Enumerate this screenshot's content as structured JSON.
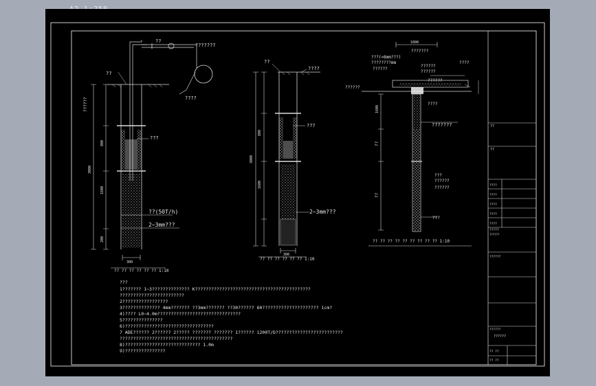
{
  "scale_label": "A2 1:250",
  "drawing1": {
    "label_pump": "??",
    "label_pipe": "???????",
    "label_tank": "????",
    "label_top": "??",
    "label_depth_a": "??????",
    "label_mid": "???",
    "label_flow": "??(50T/h)",
    "label_gravel": "2~3mm???",
    "label_total": "3000",
    "label_seg1": "800",
    "label_seg2": "1600",
    "label_seg3": "200",
    "label_dim_bottom": "300",
    "label_title": "?? ?? ?? ?? ?? ?? 1:10"
  },
  "drawing2": {
    "label_top": "??",
    "label_right": "????",
    "label_mid": "???",
    "label_gravel": "2~3mm???",
    "label_total": "3000",
    "label_seg1": "800",
    "label_seg2": "1600",
    "label_dim_bottom": "300",
    "label_title": "?? ?? ?? ?? ?? ?? 1:10"
  },
  "drawing3": {
    "label_top_dim": "1000",
    "label_a": "???(=8mm???)",
    "label_b": "????????mm",
    "label_c": "??????",
    "label_d": "???????",
    "label_e": "??????",
    "label_f": "??????",
    "label_g": "????",
    "label_h": "??????",
    "label_i": "??????",
    "label_j": "???????",
    "label_k": "????",
    "label_l": "???",
    "label_m": "??????",
    "label_n": "??????",
    "label_p": "???",
    "label_seg1": "1600",
    "label_seg2": "??",
    "label_seg3": "??",
    "label_title": "?? ?? ?? ?? ?? ?? ?? ?? ?? 1:10"
  },
  "notes": [
    "???",
    "1??????? 1~3??????????????   K???????????????????????????????????????????",
    "????????????????????????",
    "2?????????????????",
    "3??????????????  4mm??????? ??3mm??????? ??30??????  60?????????????????????     1cm?",
    "4)???? L0~4.0m???????????????????????????????",
    "5???????????????",
    "6)?????????????????????????????????",
    "7 ADE?????? 2?????? 2????? ??????? ??????? 1?????? 1200T/D?????????????????????????",
    "??????????????????????????????????????????",
    "8)????????????????????????????    1.0m",
    "9)???????????????"
  ],
  "title_block": {
    "r1": "??",
    "r2": "??",
    "r3": "????",
    "r4": "????",
    "r5": "????",
    "r6": "????",
    "r7": "????",
    "r8": "?????",
    "r9": "??????",
    "r10": "??????",
    "r11": "??????",
    "r12": "??????",
    "r13": "?? ??",
    "r14": "?? ??"
  }
}
